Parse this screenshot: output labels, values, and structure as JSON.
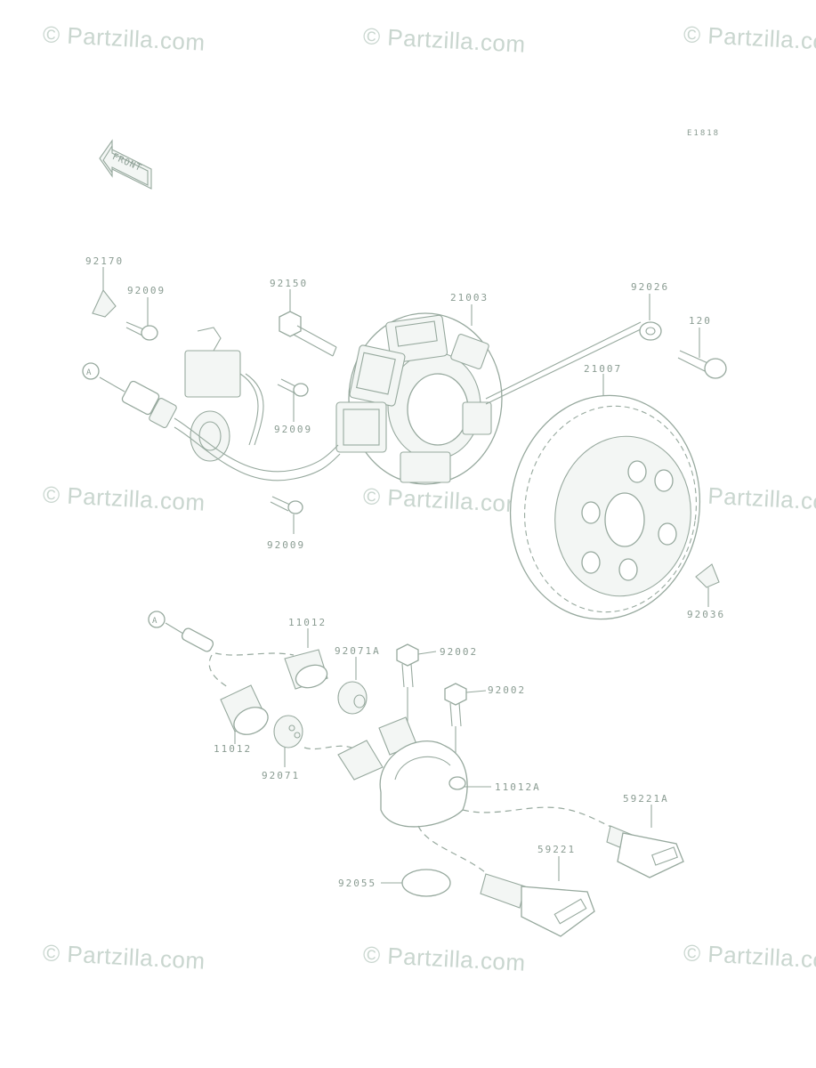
{
  "watermark": "© Partzilla.com",
  "diagram_code": "E1818",
  "front_arrow": "FRONT",
  "ref_marker": "A",
  "labels": {
    "p92170": "92170",
    "p92009a": "92009",
    "p92150": "92150",
    "p21003": "21003",
    "p92026": "92026",
    "p120": "120",
    "p21007": "21007",
    "p92009b": "92009",
    "p92009c": "92009",
    "p92036": "92036",
    "p11012a": "11012",
    "p92071A": "92071A",
    "p92002a": "92002",
    "p92002b": "92002",
    "p11012b": "11012",
    "p92071": "92071",
    "p11012A": "11012A",
    "p59221A": "59221A",
    "p59221": "59221",
    "p92055": "92055"
  },
  "colors": {
    "line": "#97a99e",
    "watermark": "#c9d6cf",
    "label": "#8a9c92"
  }
}
